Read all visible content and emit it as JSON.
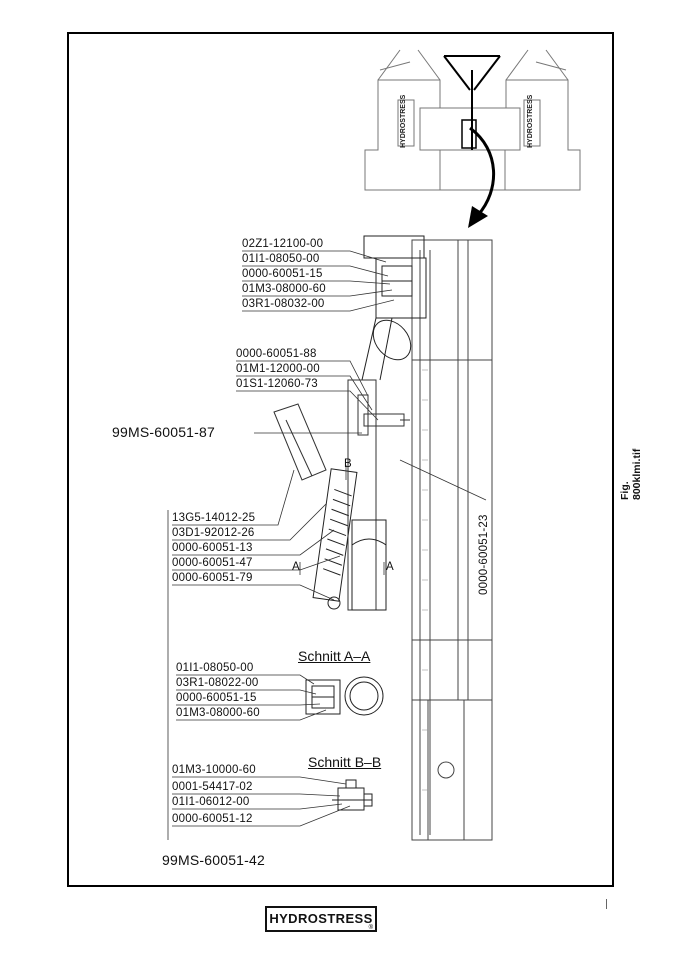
{
  "figure": {
    "file_label": "Fig. 800klmi.tif"
  },
  "brand": {
    "name": "HYDROSTRESS",
    "registered": "®"
  },
  "labels": {
    "top": [
      "02Z1-12100-00",
      "01I1-08050-00",
      "0000-60051-15",
      "01M3-08000-60",
      "03R1-08032-00"
    ],
    "middle": [
      "0000-60051-88",
      "01M1-12000-00",
      "01S1-12060-73"
    ],
    "main_part": "99MS-60051-87",
    "lower": [
      "13G5-14012-25",
      "03D1-92012-26",
      "0000-60051-13",
      "0000-60051-47",
      "0000-60051-79"
    ],
    "rail": "0000-60051-23",
    "marker_a": "A",
    "marker_b": "B",
    "bottom_part": "99MS-60051-42"
  },
  "section_aa": {
    "title": "Schnitt A–A",
    "labels": [
      "01I1-08050-00",
      "03R1-08022-00",
      "0000-60051-15",
      "01M3-08000-60"
    ]
  },
  "section_bb": {
    "title": "Schnitt B–B",
    "labels": [
      "01M3-10000-60",
      "0001-54417-02",
      "01I1-06012-00",
      "0000-60051-12"
    ]
  }
}
